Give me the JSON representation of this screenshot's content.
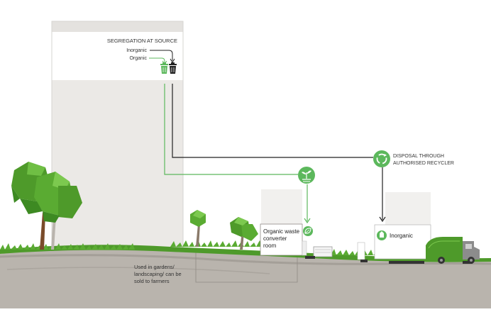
{
  "diagram": {
    "segregation": {
      "title": "SEGREGATION AT SOURCE",
      "inorganic_label": "Inorganic",
      "organic_label": "Organic"
    },
    "disposal": {
      "line1": "DISPOSAL THROUGH",
      "line2": "AUTHORISED RECYCLER"
    },
    "organic_room": {
      "line1": "Organic waste",
      "line2": "converter",
      "line3": "room"
    },
    "inorganic_room": {
      "label": "Inorganic"
    },
    "reuse_note": {
      "line1": "Used in gardens/",
      "line2": "landscaping/ can be",
      "line3": "sold to farmers"
    },
    "icons": {
      "organic_bin": "green-trash-bin-icon",
      "inorganic_bin": "black-trash-bin-icon",
      "organic_process": "sprout-icon",
      "recycle": "recycle-icon",
      "organic_room": "leaf-icon",
      "inorganic_room": "inorganic-waste-icon",
      "truck": "garbage-truck-icon"
    },
    "colors": {
      "organic_green": "#5cb85c",
      "inorganic_black": "#222222",
      "ground": "#b7b2ab",
      "grass": "#4e9a2a",
      "building": "#eeedeb"
    }
  }
}
